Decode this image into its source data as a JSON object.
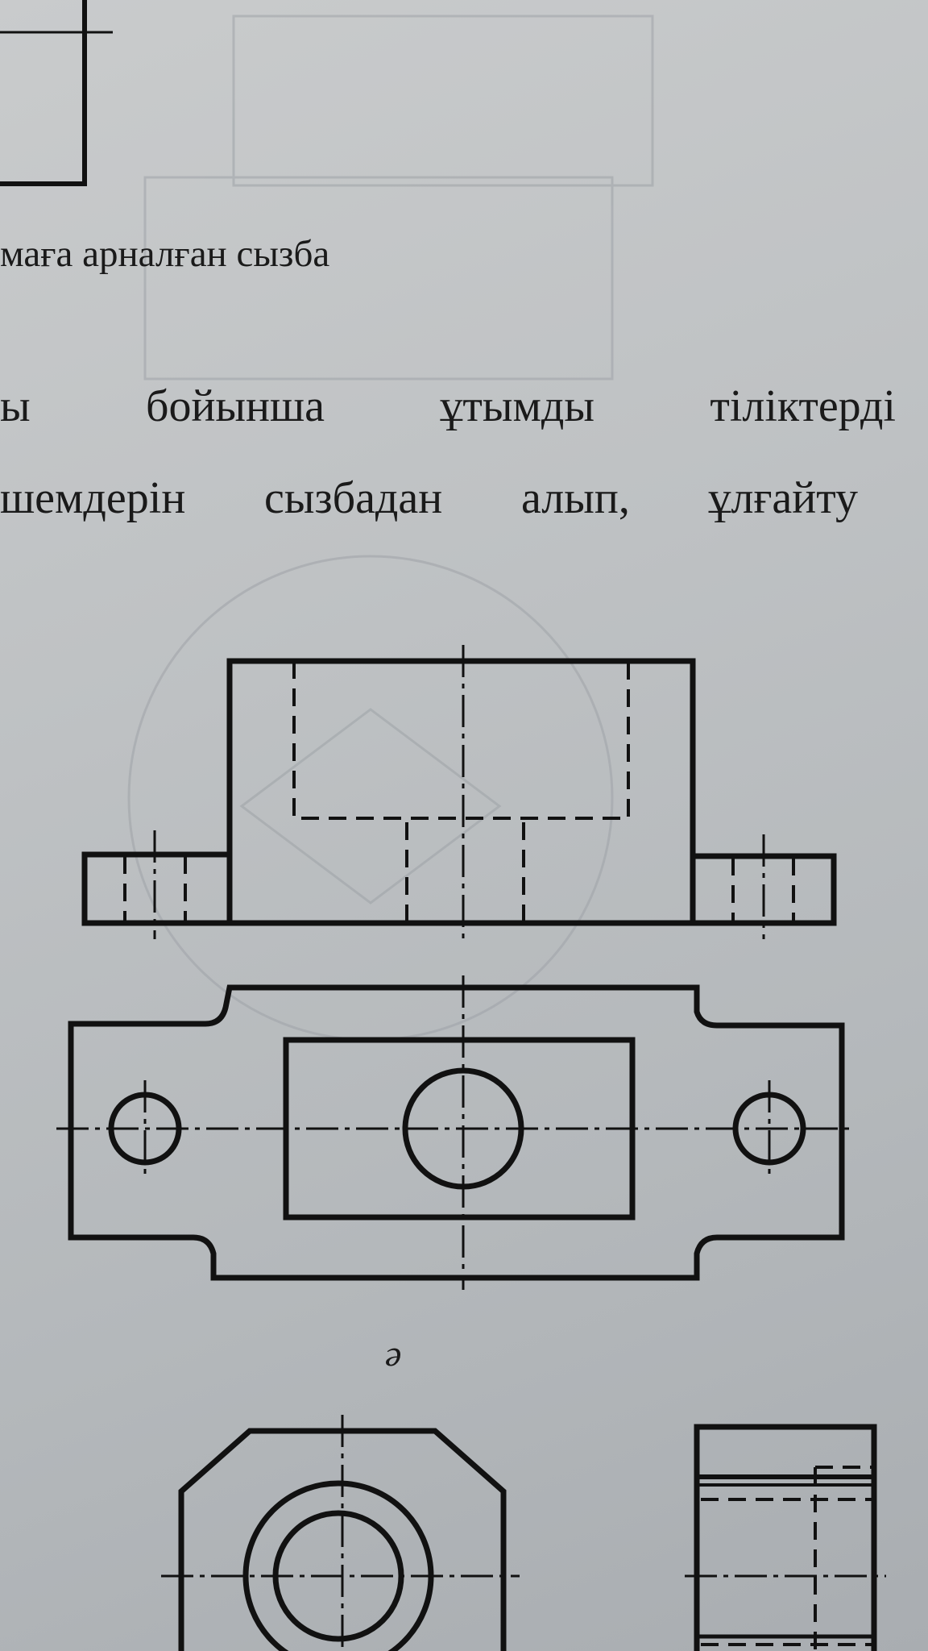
{
  "caption": "маға арналған сызба",
  "paragraph": {
    "line1": [
      "ы",
      "бойынша",
      "ұтымды",
      "тіліктерді"
    ],
    "line2": [
      "шемдерін",
      "сызбадан",
      "алып,",
      "ұлғайту"
    ]
  },
  "figure_label": "ә"
}
